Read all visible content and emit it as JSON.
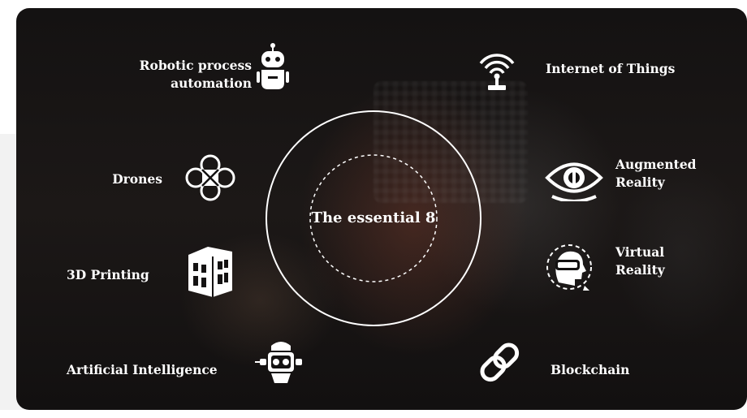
{
  "diagram": {
    "center_label": "The essential 8",
    "items": {
      "robotic_process_automation": {
        "line1": "Robotic process",
        "line2": "automation",
        "icon": "robot-icon"
      },
      "internet_of_things": {
        "label": "Internet of Things",
        "icon": "antenna-icon"
      },
      "drones": {
        "label": "Drones",
        "icon": "drone-icon"
      },
      "augmented_reality": {
        "line1": "Augmented",
        "line2": "Reality",
        "icon": "eye-icon"
      },
      "three_d_printing": {
        "label": "3D Printing",
        "icon": "printed-building-icon"
      },
      "virtual_reality": {
        "line1": "Virtual",
        "line2": "Reality",
        "icon": "vr-headset-icon"
      },
      "artificial_intelligence": {
        "label": "Artificial Intelligence",
        "icon": "ai-robot-head-icon"
      },
      "blockchain": {
        "label": "Blockchain",
        "icon": "chain-link-icon"
      }
    },
    "colors": {
      "text": "#ffffff",
      "background": "#141212"
    }
  }
}
